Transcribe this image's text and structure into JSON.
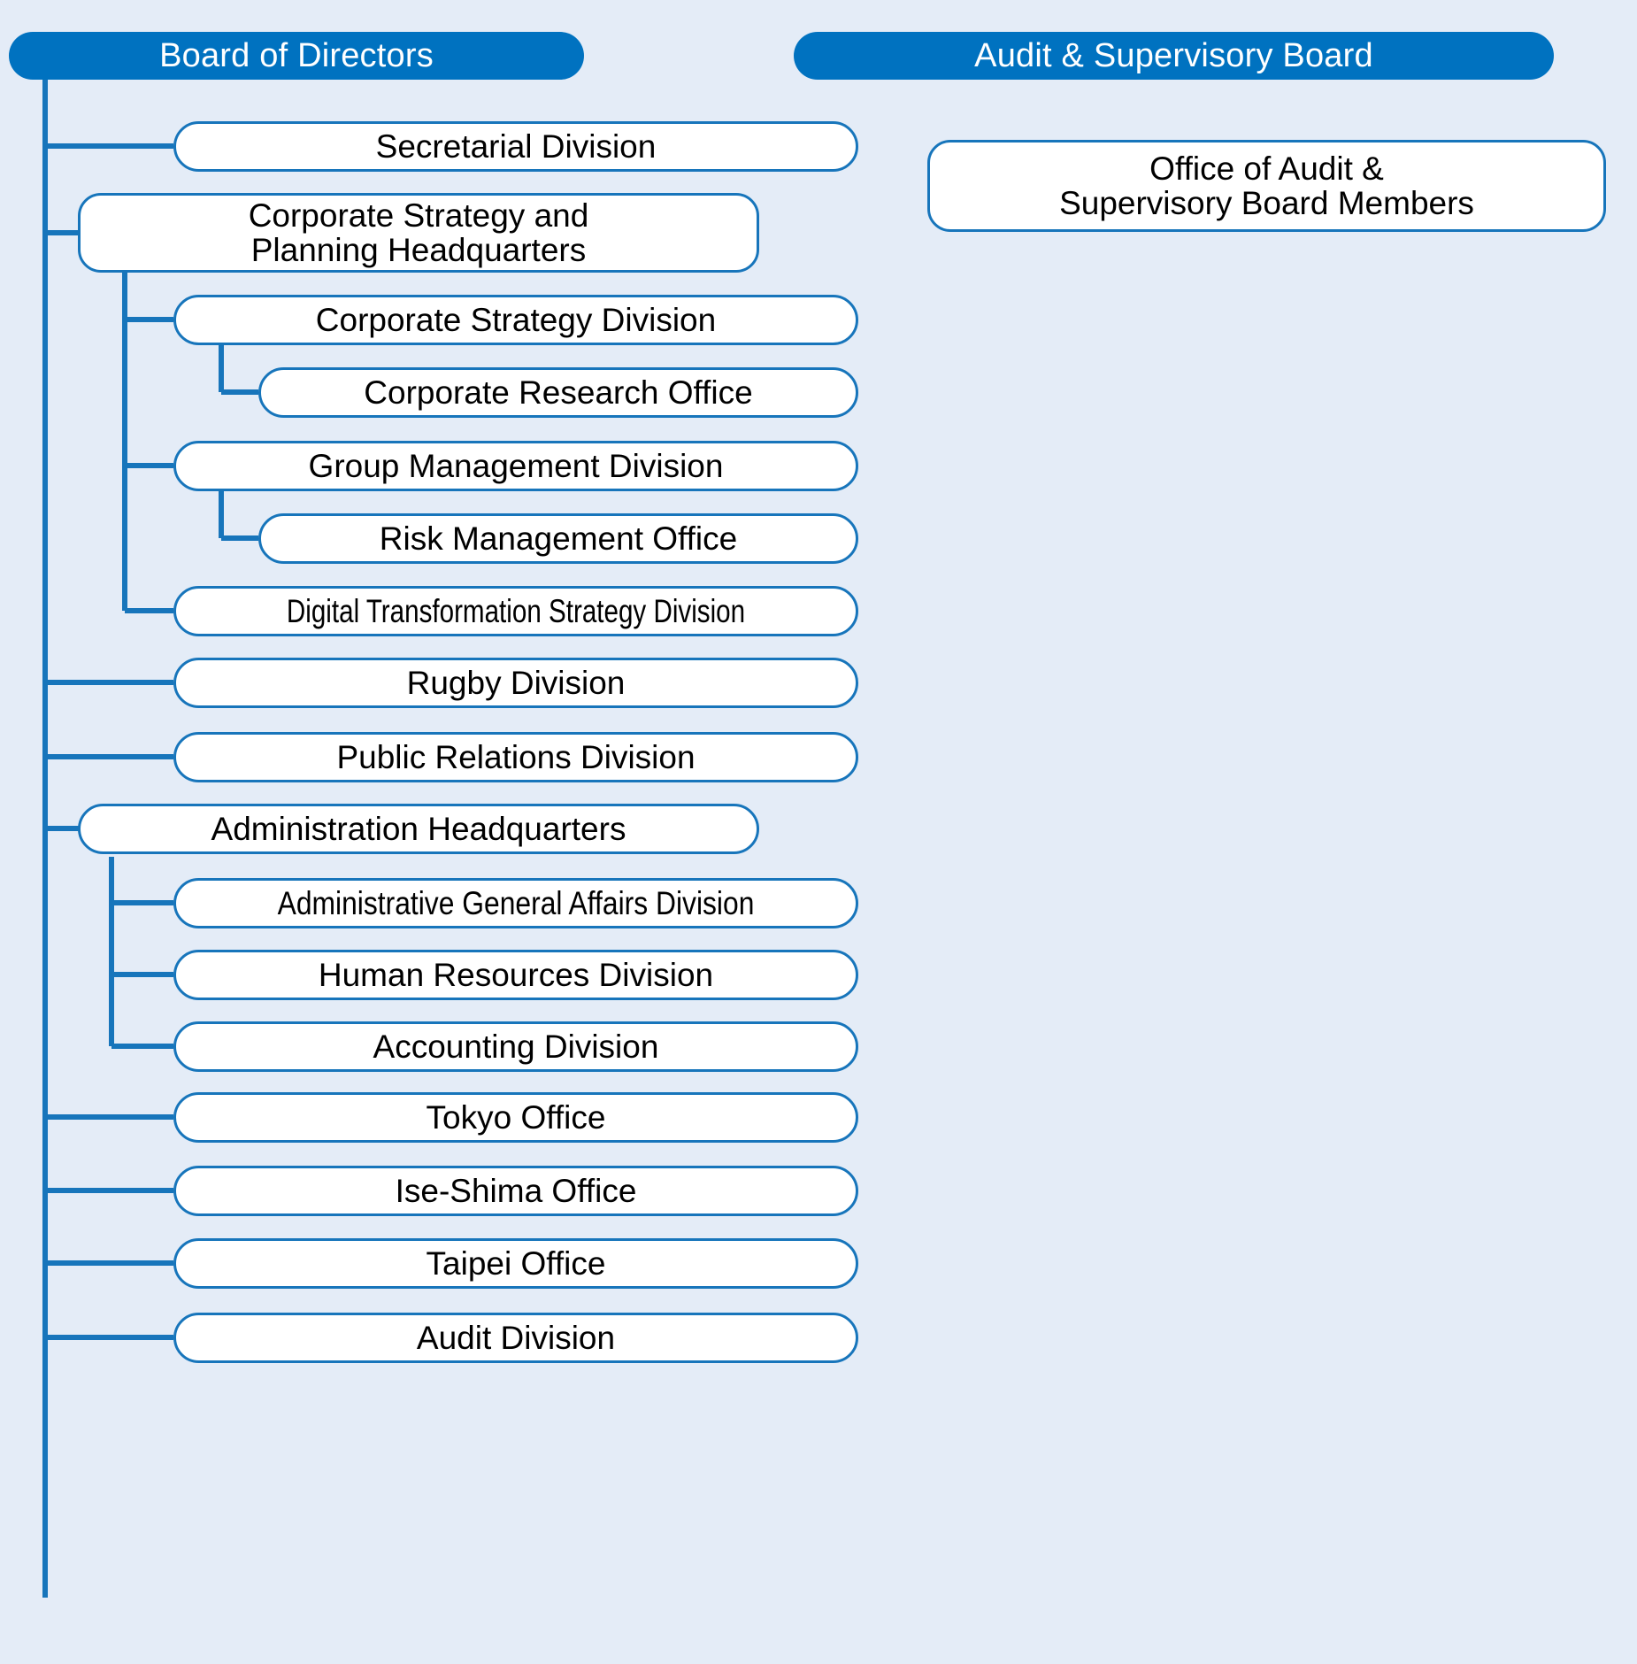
{
  "background_color": "#e4ecf7",
  "accent_color": "#0072c0",
  "border_color": "#1775bb",
  "diagram": {
    "title": "Organization Chart",
    "columns": [
      {
        "name": "board-of-directors-column",
        "root": {
          "label": "Board of Directors",
          "style": "header"
        },
        "children": [
          {
            "label": "Secretarial Division",
            "level": 2
          },
          {
            "label": "Corporate Strategy and\nPlanning Headquarters",
            "line1": "Corporate Strategy and",
            "line2": "Planning Headquarters",
            "level": 2,
            "children": [
              {
                "label": "Corporate Strategy Division",
                "level": 3,
                "children": [
                  {
                    "label": "Corporate Research Office",
                    "level": 4
                  }
                ]
              },
              {
                "label": "Group Management Division",
                "level": 3,
                "children": [
                  {
                    "label": "Risk Management Office",
                    "level": 4
                  }
                ]
              },
              {
                "label": "Digital Transformation Strategy Division",
                "level": 3
              }
            ]
          },
          {
            "label": "Rugby Division",
            "level": 2
          },
          {
            "label": "Public Relations Division",
            "level": 2
          },
          {
            "label": "Administration Headquarters",
            "level": 2,
            "children": [
              {
                "label": "Administrative General Affairs Division",
                "level": 3
              },
              {
                "label": "Human Resources Division",
                "level": 3
              },
              {
                "label": "Accounting Division",
                "level": 3
              }
            ]
          },
          {
            "label": "Tokyo Office",
            "level": 2
          },
          {
            "label": "Ise-Shima Office",
            "level": 2
          },
          {
            "label": "Taipei Office",
            "level": 2
          },
          {
            "label": "Audit Division",
            "level": 2
          }
        ]
      },
      {
        "name": "audit-supervisory-board-column",
        "root": {
          "label": "Audit & Supervisory Board",
          "style": "header"
        },
        "children": [
          {
            "label": "Office of Audit &\nSupervisory Board Members",
            "line1": "Office of Audit &",
            "line2": "Supervisory Board Members",
            "level": 2
          }
        ]
      }
    ]
  },
  "nodes": {
    "board_of_directors": "Board of Directors",
    "audit_supervisory_board": "Audit & Supervisory Board",
    "office_of_audit_l1": "Office of Audit &",
    "office_of_audit_l2": "Supervisory Board Members",
    "secretarial_division": "Secretarial Division",
    "corp_strategy_hq_l1": "Corporate Strategy and",
    "corp_strategy_hq_l2": "Planning Headquarters",
    "corporate_strategy_division": "Corporate Strategy Division",
    "corporate_research_office": "Corporate Research Office",
    "group_management_division": "Group Management Division",
    "risk_management_office": "Risk Management Office",
    "digital_transformation_strategy_division": "Digital Transformation Strategy Division",
    "rugby_division": "Rugby Division",
    "public_relations_division": "Public Relations Division",
    "administration_headquarters": "Administration Headquarters",
    "administrative_general_affairs_division": "Administrative General Affairs Division",
    "human_resources_division": "Human Resources Division",
    "accounting_division": "Accounting Division",
    "tokyo_office": "Tokyo Office",
    "ise_shima_office": "Ise-Shima Office",
    "taipei_office": "Taipei Office",
    "audit_division": "Audit Division"
  }
}
